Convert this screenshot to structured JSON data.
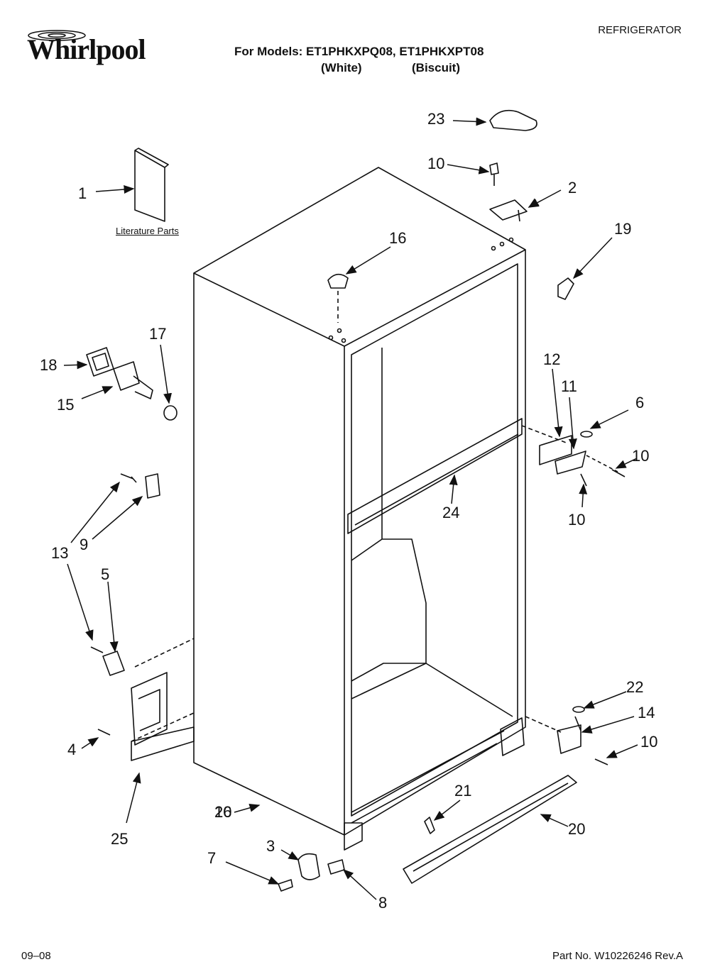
{
  "header": {
    "brand": "Whirlpool",
    "category": "REFRIGERATOR",
    "models_line": "For Models: ET1PHKXPQ08, ET1PHKXPT08",
    "variant_white": "(White)",
    "variant_biscuit": "(Biscuit)"
  },
  "footer": {
    "date": "09–08",
    "part_number": "Part No. W10226246 Rev.A"
  },
  "literature_label": "Literature Parts",
  "callouts": [
    "1",
    "2",
    "3",
    "4",
    "5",
    "6",
    "7",
    "8",
    "9",
    "10",
    "10",
    "10",
    "10",
    "10",
    "11",
    "12",
    "13",
    "14",
    "15",
    "16",
    "17",
    "18",
    "19",
    "20",
    "21",
    "22",
    "23",
    "24",
    "25",
    "26"
  ],
  "icons": {
    "brand_logo": "whirlpool-swirl-icon",
    "cabinet": "refrigerator-cabinet-icon"
  }
}
